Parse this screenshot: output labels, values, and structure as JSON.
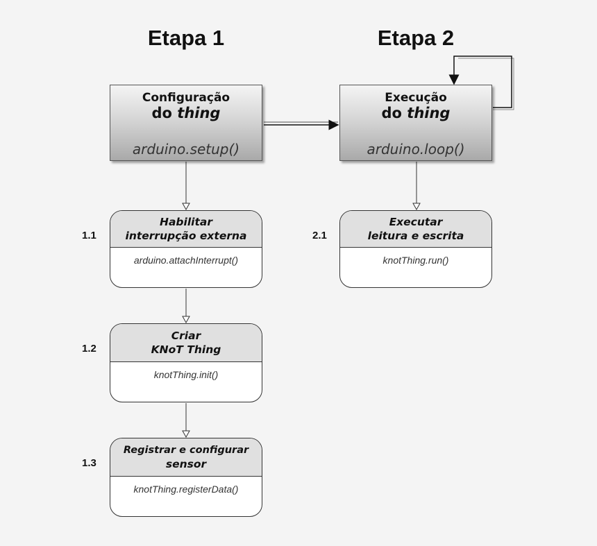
{
  "stages": [
    {
      "title": "Etapa 1",
      "box_line1": "Configuração",
      "box_line2_prefix": "do ",
      "box_line2_italic": "thing",
      "function": "arduino.setup()"
    },
    {
      "title": "Etapa 2",
      "box_line1": "Execução",
      "box_line2_prefix": "do ",
      "box_line2_italic": "thing",
      "function": "arduino.loop()"
    }
  ],
  "steps": [
    {
      "number": "1.1",
      "title_line1": "Habilitar",
      "title_line2": "interrupção externa",
      "function": "arduino.attachInterrupt()"
    },
    {
      "number": "1.2",
      "title_line1": "Criar",
      "title_line2": "KNoT Thing",
      "function": "knotThing.init()"
    },
    {
      "number": "1.3",
      "title_line1": "Registrar e configurar",
      "title_line2": "sensor",
      "function": "knotThing.registerData()"
    },
    {
      "number": "2.1",
      "title_line1": "Executar",
      "title_line2": "leitura e escrita",
      "function": "knotThing.run()"
    }
  ]
}
